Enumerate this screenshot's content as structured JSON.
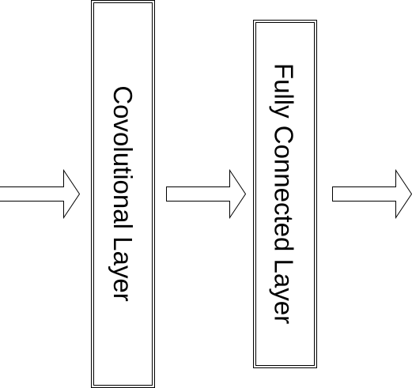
{
  "diagram": {
    "layers": [
      {
        "label": "Covolutional Layer"
      },
      {
        "label": "Fully Connected Layer"
      }
    ],
    "arrows": [
      {
        "name": "input-arrow"
      },
      {
        "name": "middle-arrow"
      },
      {
        "name": "output-arrow"
      }
    ],
    "colors": {
      "stroke": "#000000",
      "fill": "#ffffff"
    }
  }
}
